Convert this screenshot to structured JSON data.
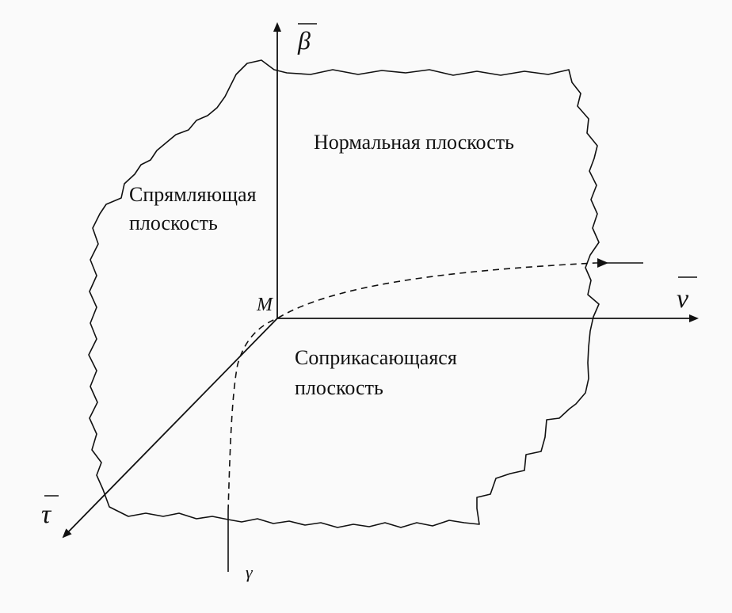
{
  "labels": {
    "normal_plane": "Нормальная плоскость",
    "rectifying_plane_line1": "Спрямляющая",
    "rectifying_plane_line2": "плоскость",
    "osculating_plane_line1": "Соприкасающаяся",
    "osculating_plane_line2": "плоскость",
    "point": "M",
    "binormal": "β",
    "normal": "ν",
    "tangent": "τ",
    "curve": "γ"
  },
  "colors": {
    "background": "#fafafa",
    "ink": "#111111"
  }
}
